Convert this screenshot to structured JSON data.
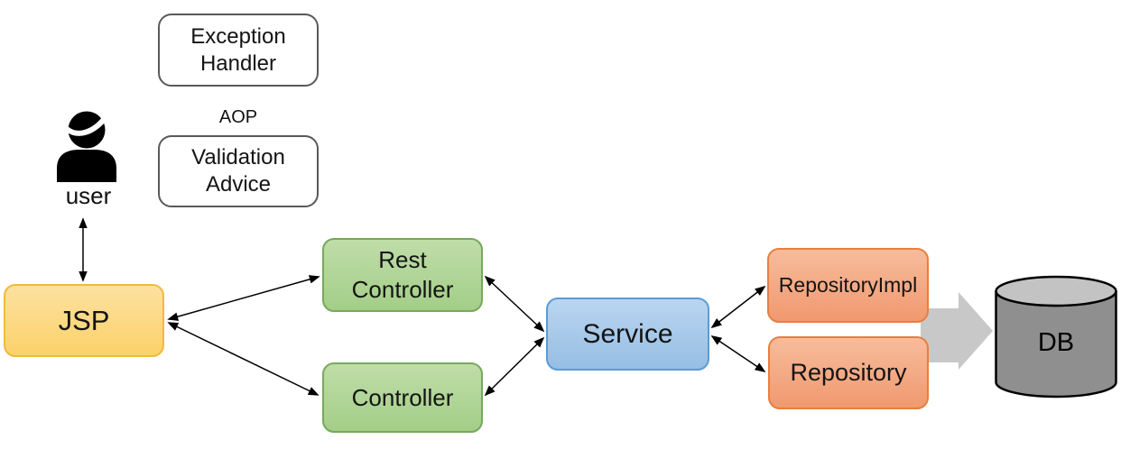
{
  "diagram": {
    "aop_label": "AOP",
    "user": {
      "label": "user"
    },
    "nodes": {
      "exception_handler": {
        "label": "Exception\nHandler"
      },
      "validation_advice": {
        "label": "Validation\nAdvice"
      },
      "jsp": {
        "label": "JSP"
      },
      "rest_controller": {
        "label": "Rest\nController"
      },
      "controller": {
        "label": "Controller"
      },
      "service": {
        "label": "Service"
      },
      "repository_impl": {
        "label": "RepositoryImpl"
      },
      "repository": {
        "label": "Repository"
      },
      "db": {
        "label": "DB"
      }
    },
    "edges": [
      {
        "from": "user",
        "to": "jsp",
        "type": "double-arrow"
      },
      {
        "from": "jsp",
        "to": "rest_controller",
        "type": "double-arrow"
      },
      {
        "from": "jsp",
        "to": "controller",
        "type": "double-arrow"
      },
      {
        "from": "rest_controller",
        "to": "service",
        "type": "double-arrow"
      },
      {
        "from": "controller",
        "to": "service",
        "type": "double-arrow"
      },
      {
        "from": "service",
        "to": "repository_impl",
        "type": "double-arrow"
      },
      {
        "from": "service",
        "to": "repository",
        "type": "double-arrow"
      },
      {
        "from": "repository-layer",
        "to": "db",
        "type": "block-arrow"
      }
    ]
  },
  "colors": {
    "jsp_fill_top": "#FDE1A0",
    "jsp_fill": "#FBD169",
    "jsp_border": "#F0B93F",
    "green_fill_top": "#BFDDA9",
    "green_fill": "#A3CE87",
    "green_border": "#76A95C",
    "blue_fill_top": "#BAD5F0",
    "blue_fill": "#96BEE3",
    "blue_border": "#5B9BD5",
    "orange_fill_top": "#F7BC9C",
    "orange_fill": "#F0996F",
    "orange_border": "#E97E3E",
    "outline_gray": "#595959",
    "arrow_black": "#000000",
    "big_arrow_gray": "#C8C8C8",
    "db_body": "#8F8F8F",
    "db_top": "#C3C3C3"
  }
}
